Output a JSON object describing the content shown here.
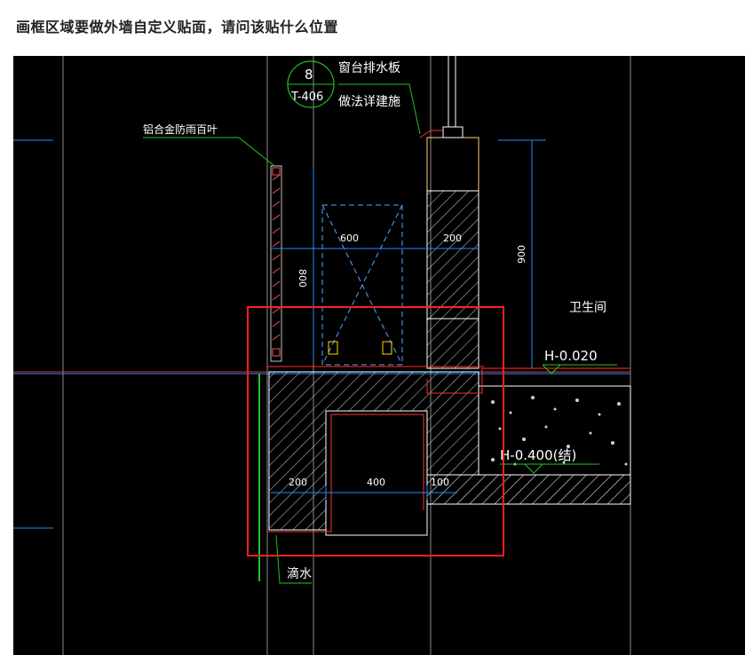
{
  "question": "画框区域要做外墙自定义贴面，请问该贴什么位置",
  "drawing": {
    "callout_number": "8",
    "callout_sheet": "T-406",
    "note_line1": "窗台排水板",
    "note_line2": "做法详建施",
    "louver_label": "铝合金防雨百叶",
    "room_label": "卫生间",
    "level_finish": "H-0.020",
    "level_struct": "H-0.400(结)",
    "drip_label": "滴水",
    "dims": {
      "d600": "600",
      "d200_top": "200",
      "d900": "900",
      "d800": "800",
      "d200_bottom": "200",
      "d400": "400",
      "d100": "100"
    },
    "colors": {
      "background": "#000000",
      "frame": "#ff2020",
      "wall": "#ffffff",
      "dims": "#1e90ff",
      "leader": "#22c322",
      "text": "#ffffff"
    }
  }
}
